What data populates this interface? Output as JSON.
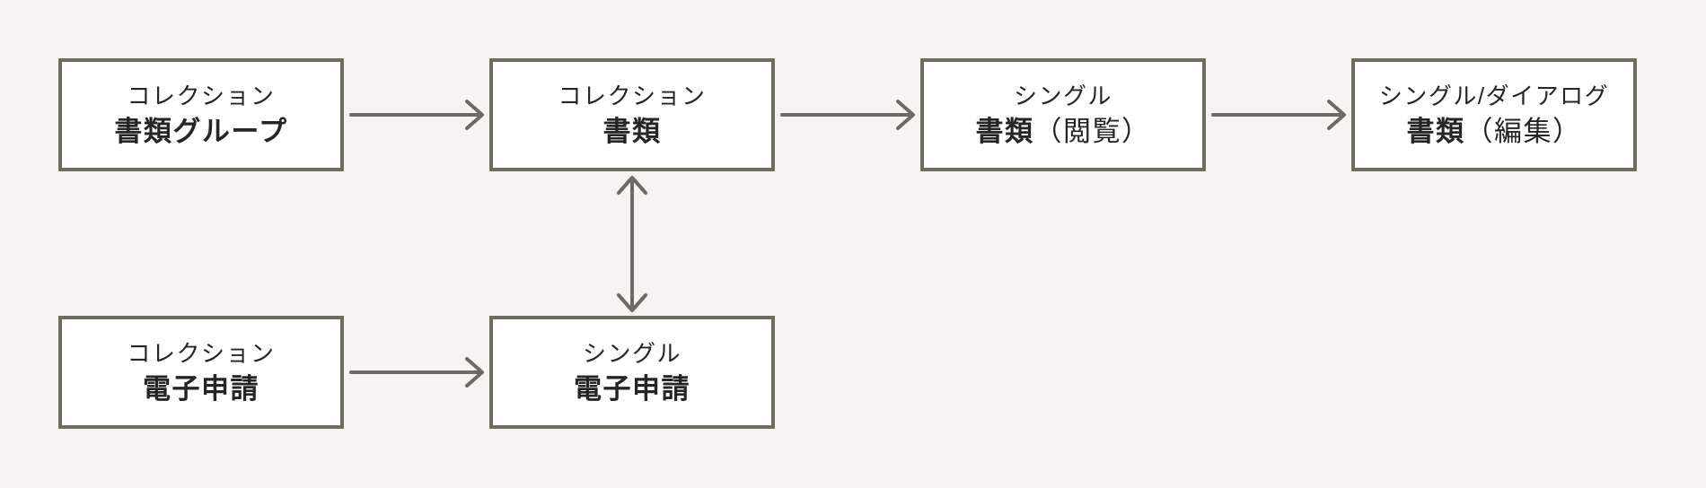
{
  "colors": {
    "background": "#f6f4f1",
    "box_fill": "#ffffff",
    "box_border": "#6e6b61",
    "arrow": "#6e6b61",
    "text": "#27251f"
  },
  "diagram": {
    "type": "flowchart",
    "nodes": [
      {
        "id": "collection-document-group",
        "type_label": "コレクション",
        "name": "書類グループ",
        "name_suffix": ""
      },
      {
        "id": "collection-document",
        "type_label": "コレクション",
        "name": "書類",
        "name_suffix": ""
      },
      {
        "id": "single-document-view",
        "type_label": "シングル",
        "name": "書類",
        "name_suffix": "（閲覧）"
      },
      {
        "id": "single-dialog-document-edit",
        "type_label": "シングル/ダイアログ",
        "name": "書類",
        "name_suffix": "（編集）"
      },
      {
        "id": "collection-eapplication",
        "type_label": "コレクション",
        "name": "電子申請",
        "name_suffix": ""
      },
      {
        "id": "single-eapplication",
        "type_label": "シングル",
        "name": "電子申請",
        "name_suffix": ""
      }
    ],
    "edges": [
      {
        "from": "collection-document-group",
        "to": "collection-document",
        "direction": "right"
      },
      {
        "from": "collection-document",
        "to": "single-document-view",
        "direction": "right"
      },
      {
        "from": "single-document-view",
        "to": "single-dialog-document-edit",
        "direction": "right"
      },
      {
        "from": "collection-eapplication",
        "to": "single-eapplication",
        "direction": "right"
      },
      {
        "from": "collection-document",
        "to": "single-eapplication",
        "direction": "bidirectional"
      }
    ]
  }
}
